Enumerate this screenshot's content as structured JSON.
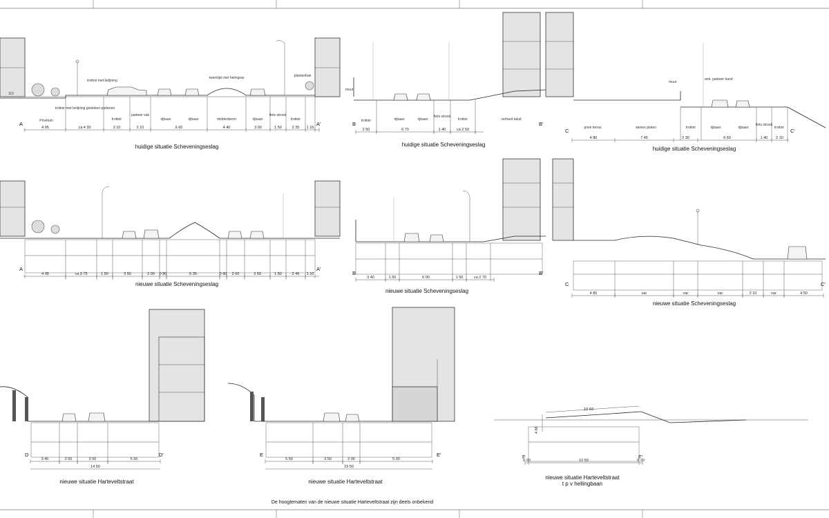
{
  "sections": {
    "aa_current": {
      "title": "huidige situatie Scheveningseslag",
      "end_left": "A",
      "end_right": "A'",
      "labels": [
        "Privétuin",
        "trottoir met belijning gestoken parkeren",
        "trottoir",
        "parkeer vak",
        "rijbaan",
        "rijbaan",
        "middenberm",
        "rijbaan",
        "fiets strook",
        "trottoir"
      ],
      "annotations": {
        "left_level": "115",
        "tree_strip": "trottoir met belijning",
        "berm_top": "keienlijst met helmgras",
        "planter": "plantenbak"
      },
      "dims": [
        "4 95",
        "ca 4 30",
        "3 10",
        "2 10",
        "6 60",
        "4 40",
        "3 00",
        "1 50",
        "2 35",
        "1 16"
      ]
    },
    "aa_new": {
      "title": "nieuwe situatie Scheveningseslag",
      "end_left": "A",
      "end_right": "A'",
      "dims": [
        "4 95",
        "ca 3 75",
        "1 50",
        "3 50",
        "2 00",
        "0 80",
        "5 35",
        "0 90",
        "2 00",
        "3 50",
        "1 50",
        "2 45",
        "1 10"
      ]
    },
    "bb_current": {
      "title": "huidige situatie Scheveningseslag",
      "end_left": "B",
      "end_right": "B'",
      "labels": [
        "trottoir",
        "rijbaan",
        "rijbaan",
        "fiets strook",
        "trottoir",
        "verhard talud"
      ],
      "annotations": {
        "wall": "muur"
      },
      "dims": [
        "2 50",
        "6 70",
        "1 40",
        "ca 2 50"
      ]
    },
    "bb_new": {
      "title": "nieuwe situatie Scheveningseslag",
      "end_left": "B",
      "end_right": "B'",
      "dims": [
        "3 40",
        "1 50",
        "6 00",
        "1 50",
        "ca 2 70"
      ]
    },
    "cc_current": {
      "title": "huidige situatie Scheveningseslag",
      "end_left": "C",
      "end_right": "C'",
      "labels": [
        "privé terras",
        "stenen platen",
        "trottoir",
        "rijbaan",
        "rijbaan",
        "fiets strook",
        "trottoir"
      ],
      "annotations": {
        "wall": "muur",
        "barrier": "anti- parkeer band"
      },
      "dims": [
        "4 80",
        "7 45",
        "2 30",
        "6 60",
        "1 40",
        "2 10"
      ]
    },
    "cc_new": {
      "title": "nieuwe situatie Scheveningseslag",
      "end_left": "C",
      "end_right": "C'",
      "dims": [
        "4 80",
        "var",
        "var",
        "var",
        "2 10",
        "var",
        "4 50"
      ]
    },
    "dd_new": {
      "title": "nieuwe situatie Harteveltstraat",
      "end_left": "D",
      "end_right": "D'",
      "dims": [
        "3 45",
        "2 00",
        "3 50",
        "5 55"
      ],
      "total": "14 50"
    },
    "ee_new": {
      "title": "nieuwe situatie Harteveltstraat",
      "end_left": "E",
      "end_right": "E'",
      "dims": [
        "5 50",
        "3 50",
        "2 00",
        "5 00"
      ],
      "total": "19 50"
    },
    "ff_new": {
      "title": "nieuwe situatie Harteveltstraat",
      "subtitle": "t p v  hellingbaan",
      "end_left": "F",
      "end_right": "F'",
      "slope_dim": "10 93",
      "height_dim": "4 66",
      "dims": [
        "0 20",
        "12 59",
        "0 20"
      ]
    }
  },
  "footnote": "De hoogtematen van de nieuwe situatie Harteveltstraat zijn deels onbekend"
}
